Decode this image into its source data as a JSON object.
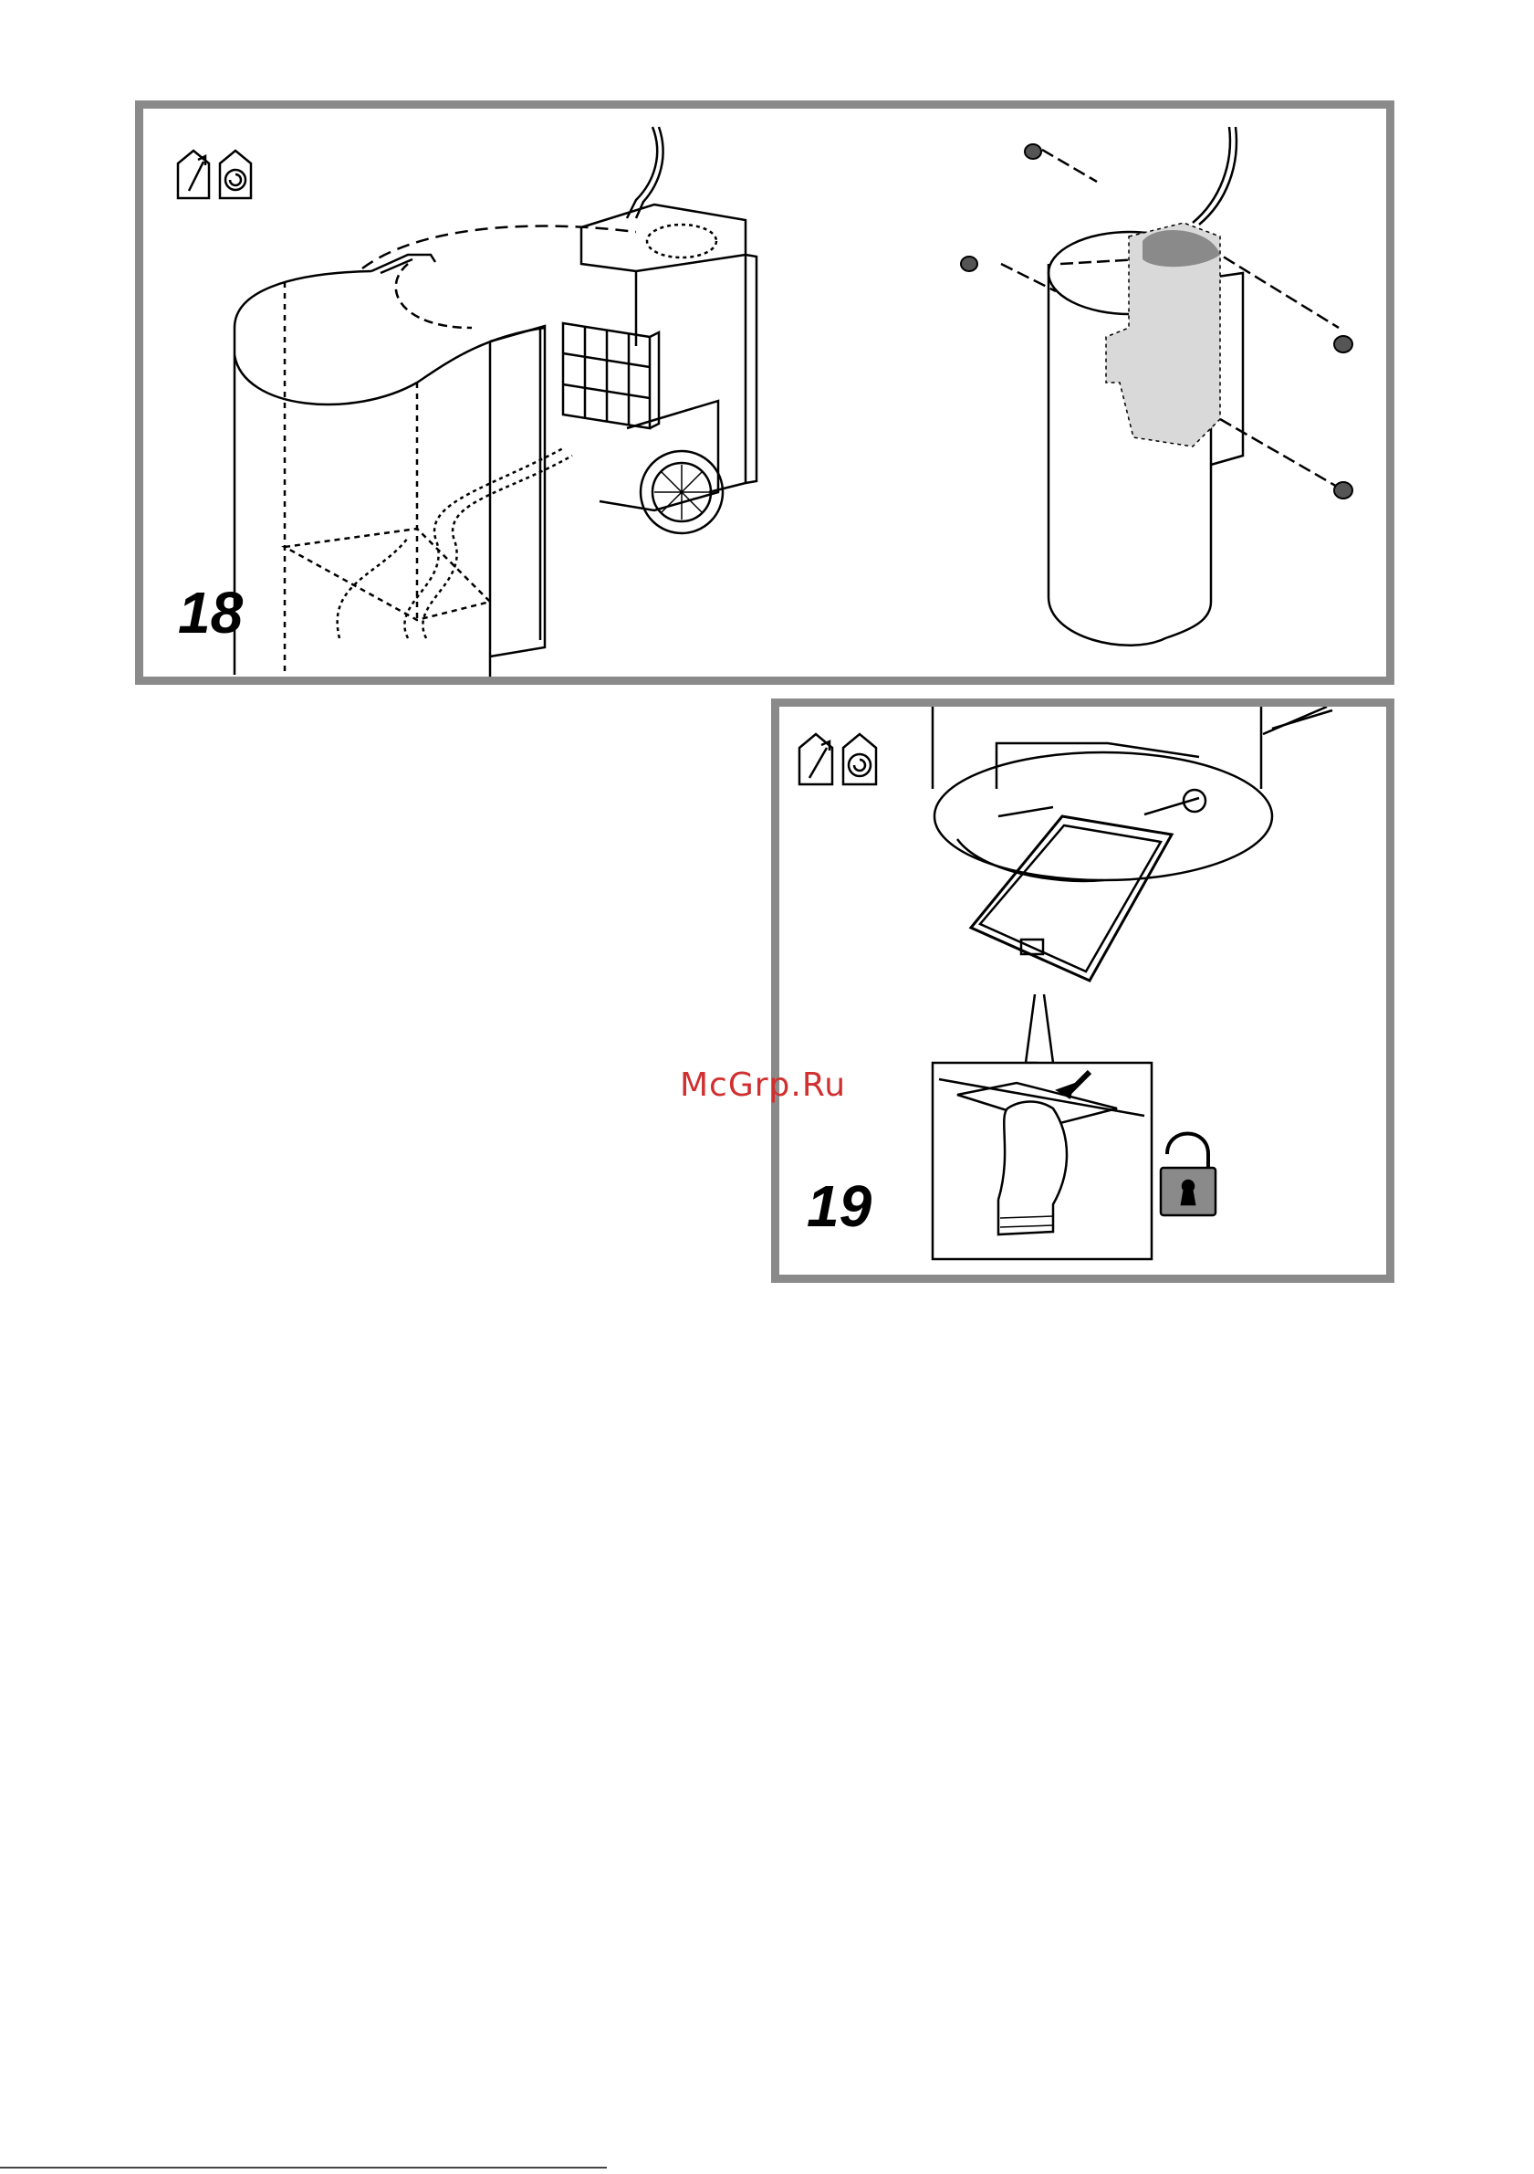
{
  "steps": [
    {
      "number": "18",
      "icons": [
        "ducting-mode-icon",
        "recirculation-mode-icon"
      ]
    },
    {
      "number": "19",
      "icons": [
        "ducting-mode-icon",
        "recirculation-mode-icon",
        "unlock-icon"
      ]
    }
  ],
  "watermark": "McGrp.Ru",
  "colors": {
    "frame": "#8a8a8a",
    "ink": "#000000",
    "shade": "#d9d9d9",
    "watermark": "#d03030"
  }
}
